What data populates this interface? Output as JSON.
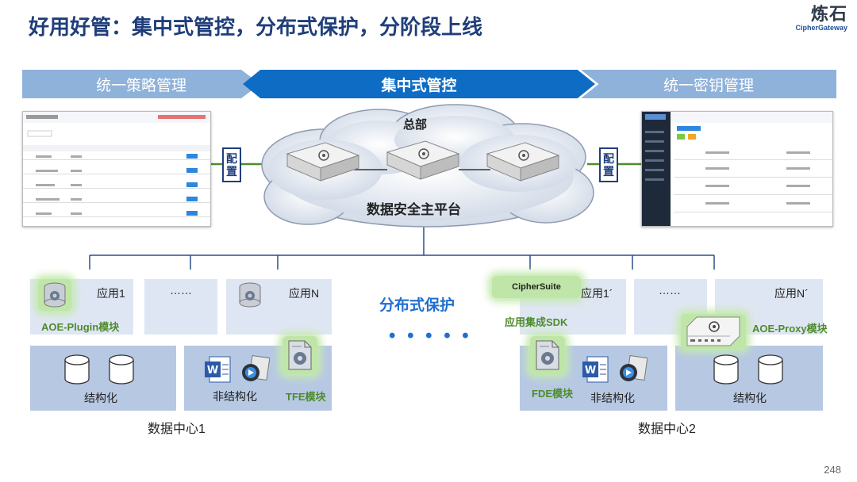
{
  "header": {
    "title": "好用好管：集中式管控，分布式保护，分阶段上线",
    "logo_cn": "炼石",
    "logo_en": "CipherGateway"
  },
  "banners": {
    "left": "统一策略管理",
    "center": "集中式管控",
    "right": "统一密钥管理"
  },
  "config_label": "配置",
  "cloud": {
    "hq_label": "总部",
    "platform_label": "数据安全主平台"
  },
  "distributed_label": "分布式保护",
  "ellipsis": "• • • • •",
  "datacenter1": {
    "label": "数据中心1",
    "app1": "应用1",
    "app_dots": "……",
    "appN": "应用N",
    "plugin_label": "AOE-Plugin模块",
    "structured": "结构化",
    "unstructured": "非结构化",
    "tfe_label": "TFE模块"
  },
  "datacenter2": {
    "label": "数据中心2",
    "app1": "应用1´",
    "app_dots": "……",
    "appN": "应用N´",
    "cipher_suite": "CipherSuite",
    "sdk_label": "应用集成SDK",
    "proxy_label": "AOE-Proxy模块",
    "fde_label": "FDE模块",
    "unstructured": "非结构化",
    "structured": "结构化"
  },
  "icons": [
    "gear-db-icon",
    "gear-file-icon",
    "word-doc-icon",
    "video-icon",
    "database-icon",
    "server-appliance-icon",
    "proxy-appliance-icon",
    "cloud-icon"
  ],
  "colors": {
    "title": "#1f3e7a",
    "banner_light": "#8fb2db",
    "banner_dark": "#0f6cc5",
    "panel": "#dfe6f3",
    "panel_dark": "#b7c8e3",
    "green_text": "#4d8c2a",
    "blue_text": "#1f6fd0"
  },
  "page_number": "248"
}
